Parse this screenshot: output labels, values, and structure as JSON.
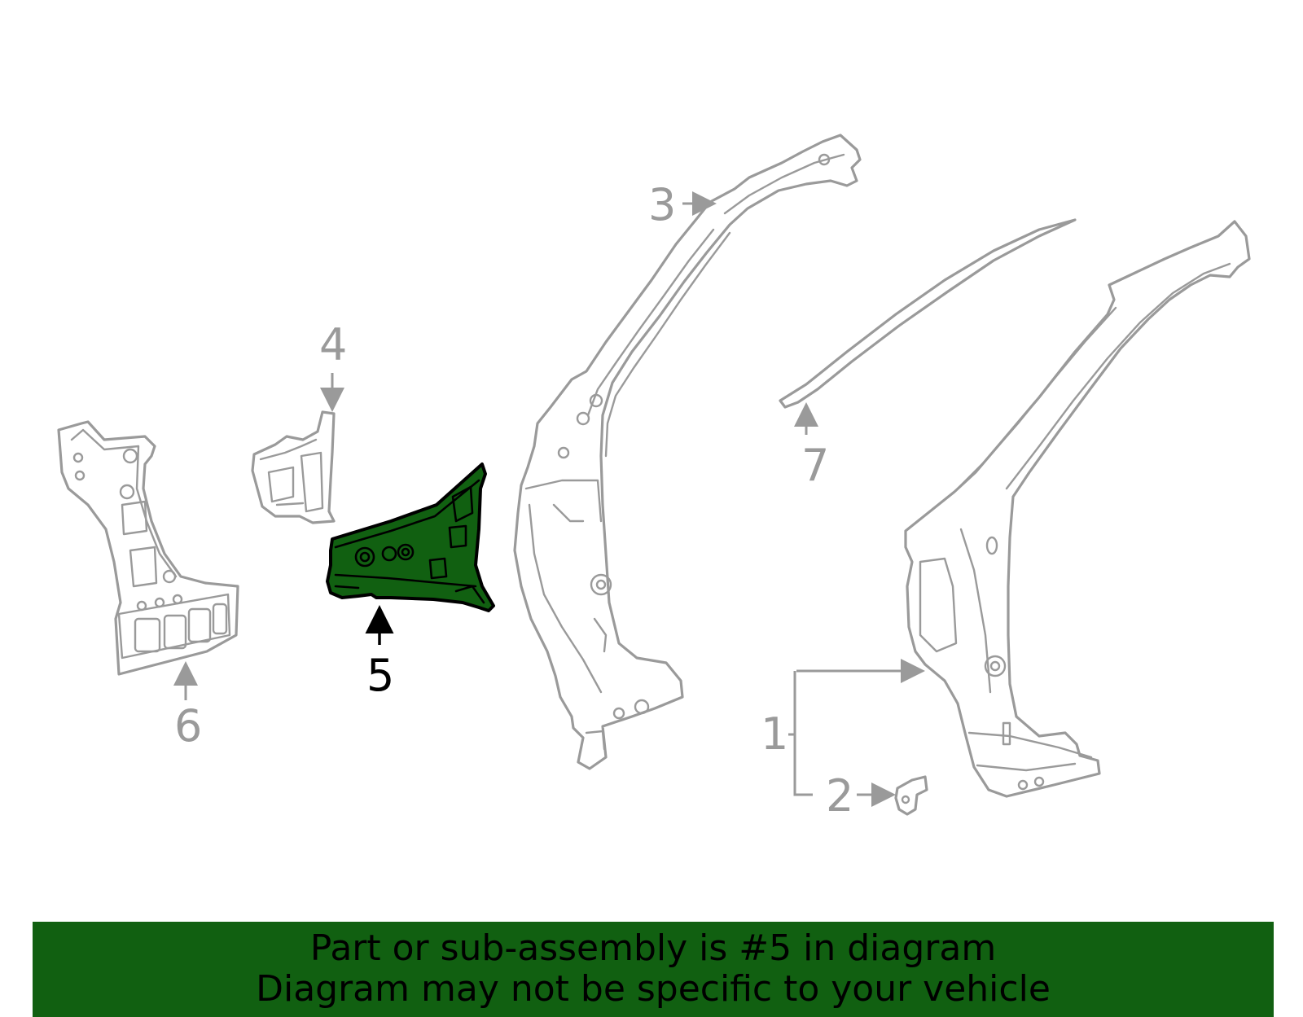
{
  "callouts": [
    "1",
    "2",
    "3",
    "4",
    "5",
    "6",
    "7"
  ],
  "highlighted_part": "5",
  "colors": {
    "highlight": "#116011",
    "outline": "#9a9a9a",
    "banner": "#116011",
    "text_highlight": "#000000"
  },
  "banner": {
    "line1": "Part or sub-assembly is #5 in diagram",
    "line2": "Diagram may not be specific to your vehicle"
  }
}
